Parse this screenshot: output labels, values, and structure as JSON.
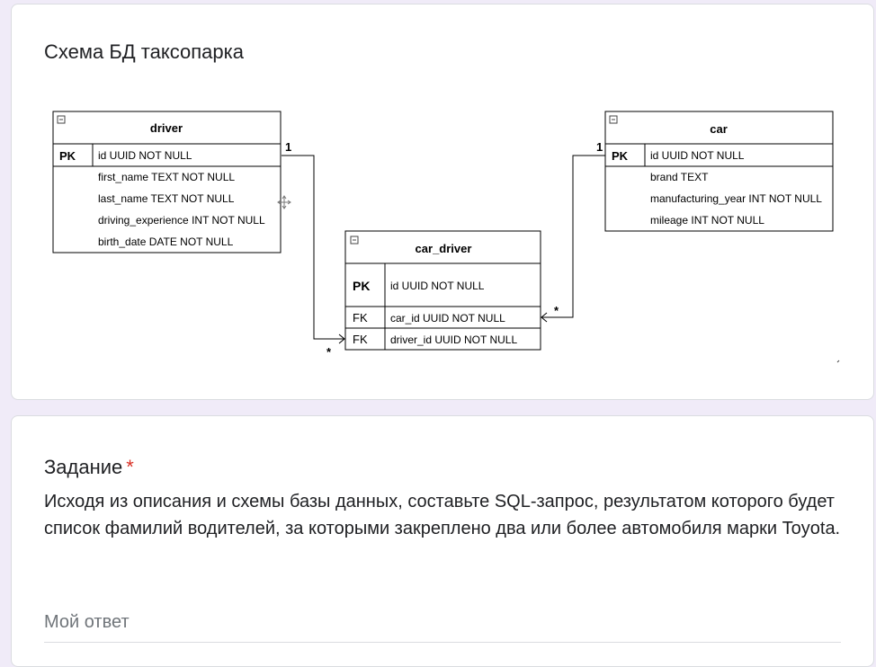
{
  "diagram_card": {
    "title": "Схема БД таксопарка",
    "tables": {
      "driver": {
        "name": "driver",
        "pk_label": "PK",
        "pk_field": "id UUID NOT NULL",
        "fields": [
          "first_name TEXT NOT NULL",
          "last_name TEXT NOT NULL",
          "driving_experience INT NOT NULL",
          "birth_date DATE NOT NULL"
        ]
      },
      "car": {
        "name": "car",
        "pk_label": "PK",
        "pk_field": "id UUID NOT NULL",
        "fields": [
          "brand TEXT",
          "manufacturing_year INT NOT NULL",
          "mileage INT NOT NULL"
        ]
      },
      "car_driver": {
        "name": "car_driver",
        "pk_label": "PK",
        "pk_field": "id UUID NOT NULL",
        "fk_label": "FK",
        "fk_fields": [
          "car_id UUID NOT NULL",
          "driver_id UUID NOT NULL"
        ]
      }
    },
    "relations": {
      "driver_one": "1",
      "driver_many": "*",
      "car_one": "1",
      "car_many": "*"
    }
  },
  "question_card": {
    "title": "Задание",
    "required_mark": "*",
    "description": "Исходя из описания и схемы базы данных, составьте SQL-запрос, результатом которого будет список фамилий водителей, за которыми закреплено два или более автомобиля марки Toyota.",
    "answer_placeholder": "Мой ответ"
  }
}
